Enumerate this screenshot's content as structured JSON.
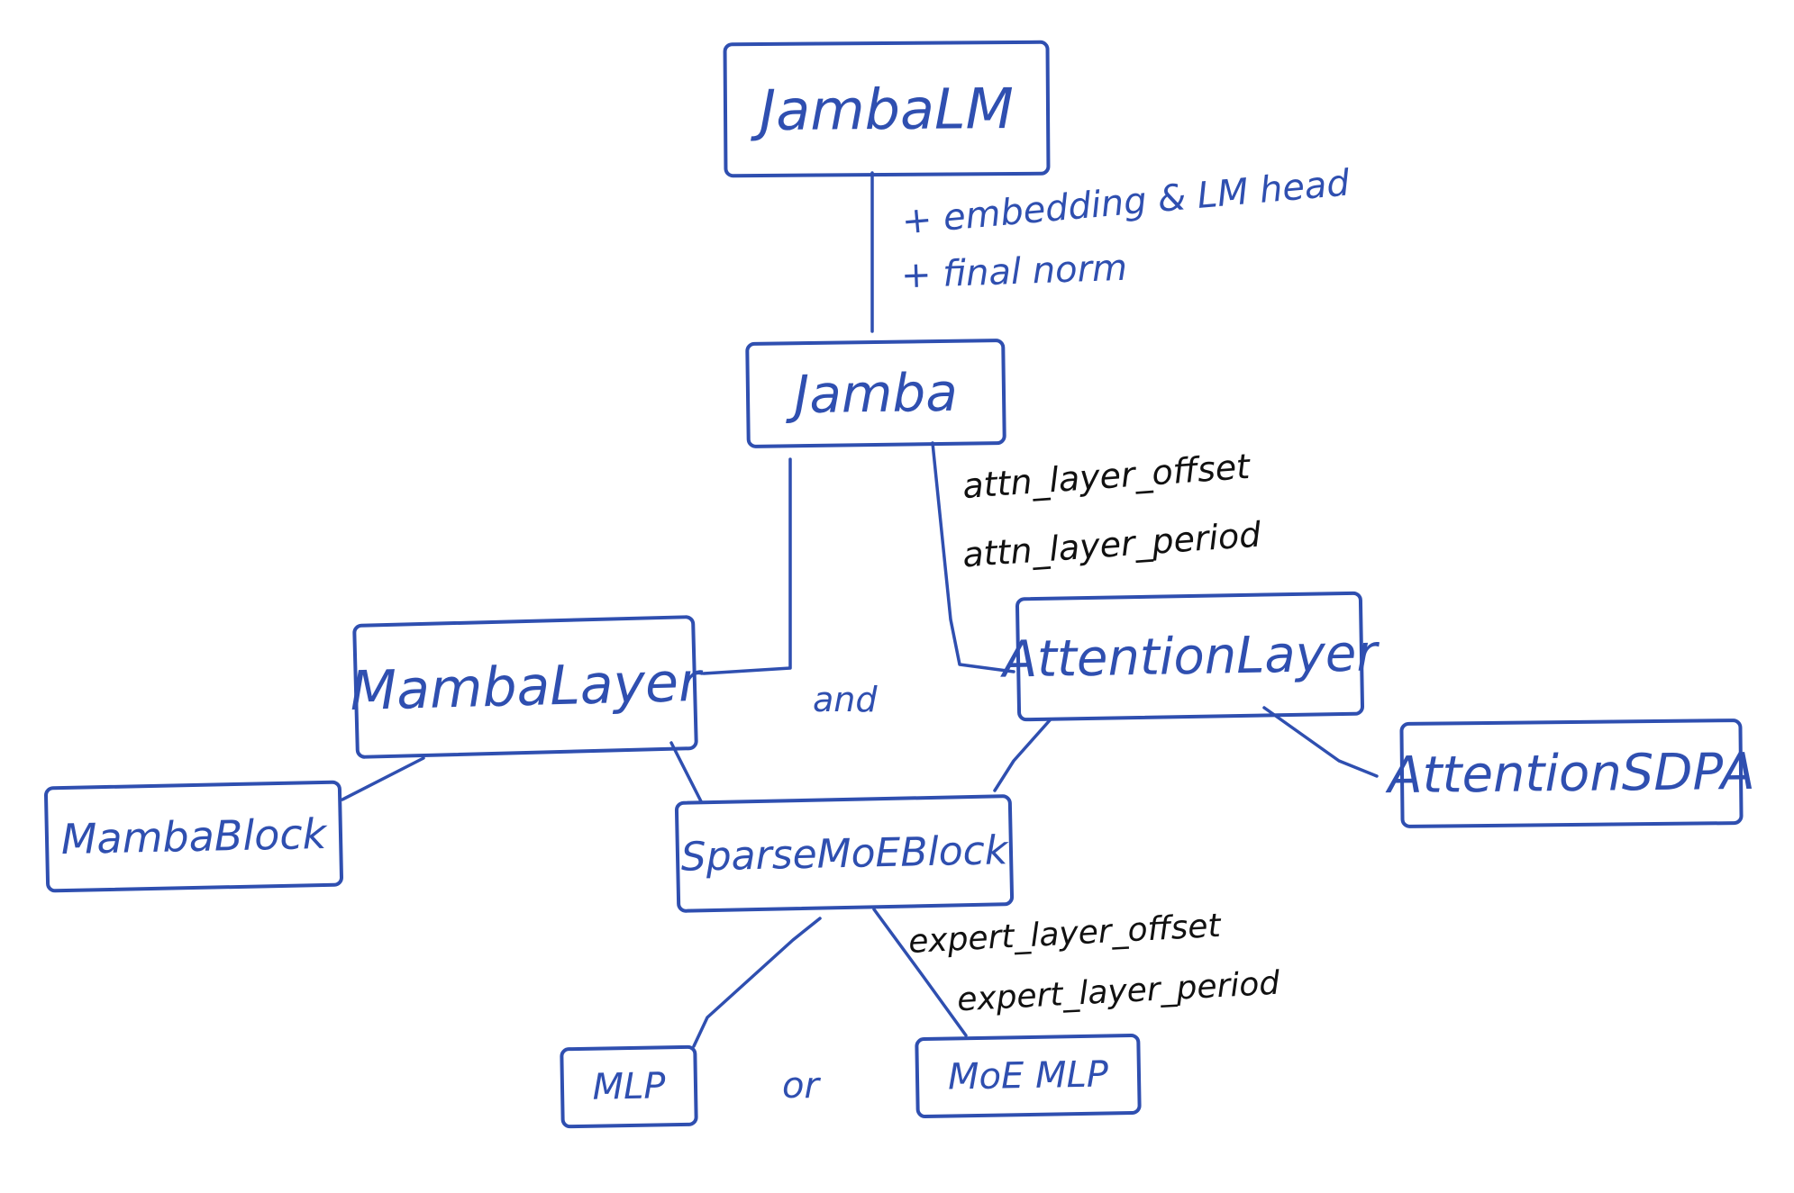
{
  "colors": {
    "ink_blue": "#2f4fb0",
    "ink_black": "#111111",
    "background": "#ffffff"
  },
  "nodes": {
    "jamba_lm": "JambaLM",
    "jamba": "Jamba",
    "mamba_layer": "MambaLayer",
    "attention_layer": "AttentionLayer",
    "mamba_block": "MambaBlock",
    "sparse_moe_block": "SparseMoEBlock",
    "attention_sdpa": "AttentionSDPA",
    "mlp": "MLP",
    "moe_mlp": "MoE MLP"
  },
  "annotations": {
    "embedding_head": "+ embedding & LM head",
    "final_norm": "+ final norm",
    "attn_layer_offset": "attn_layer_offset",
    "attn_layer_period": "attn_layer_period",
    "and": "and",
    "expert_layer_offset": "expert_layer_offset",
    "expert_layer_period": "expert_layer_period",
    "or": "or"
  }
}
